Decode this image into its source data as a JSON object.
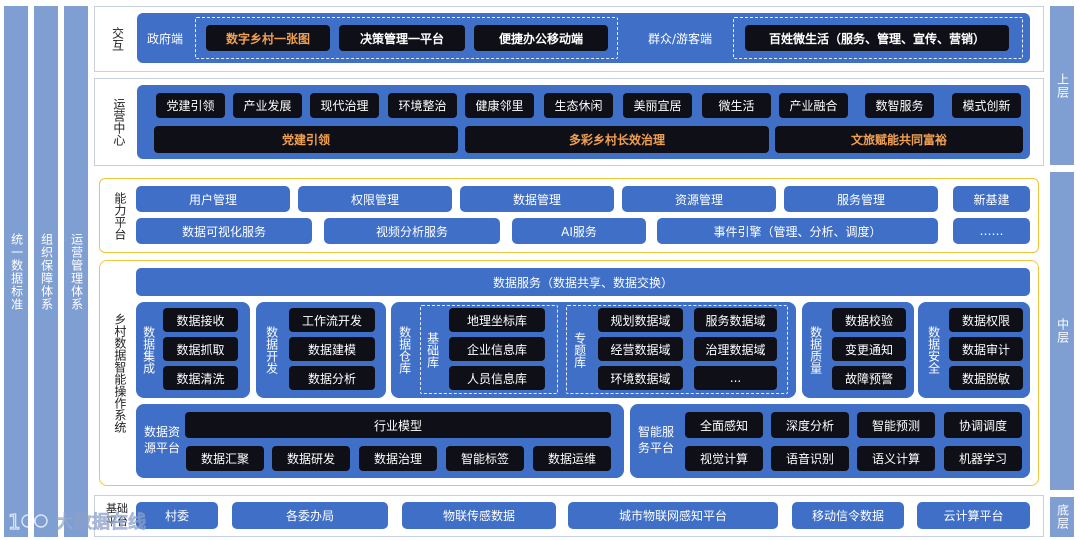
{
  "side": {
    "left": [
      "统一数据标准",
      "组织保障体系",
      "运营管理体系"
    ],
    "right": [
      "上层",
      "中层",
      "底层"
    ]
  },
  "interaction": {
    "label": "交互",
    "gov_label": "政府端",
    "gov_items": [
      "数字乡村一张图",
      "决策管理一平台",
      "便捷办公移动端"
    ],
    "public_label": "群众/游客端",
    "public_item": "百姓微生活（服务、管理、宣传、营销）"
  },
  "operations": {
    "label": "运营中心",
    "items": [
      "党建引领",
      "产业发展",
      "现代治理",
      "环境整治",
      "健康邻里",
      "生态休闲",
      "美丽宜居",
      "微生活",
      "产业融合",
      "数智服务",
      "模式创新"
    ],
    "pillars": [
      "党建引领",
      "多彩乡村长效治理",
      "文旅赋能共同富裕"
    ]
  },
  "capability": {
    "label": "能力平台",
    "row1": [
      "用户管理",
      "权限管理",
      "数据管理",
      "资源管理",
      "服务管理",
      "新基建"
    ],
    "row2": [
      "数据可视化服务",
      "视频分析服务",
      "AI服务",
      "事件引擎（管理、分析、调度）",
      "……"
    ]
  },
  "os": {
    "label": "乡村数据智能操作系统",
    "data_service": "数据服务（数据共享、数据交换）",
    "integration": {
      "label": "数据集成",
      "items": [
        "数据接收",
        "数据抓取",
        "数据清洗"
      ]
    },
    "development": {
      "label": "数据开发",
      "items": [
        "工作流开发",
        "数据建模",
        "数据分析"
      ]
    },
    "warehouse": {
      "label": "数据仓库",
      "base_label": "基础库",
      "base_items": [
        "地理坐标库",
        "企业信息库",
        "人员信息库"
      ],
      "topic_label": "专题库",
      "topic_items": [
        "规划数据域",
        "服务数据域",
        "经营数据域",
        "治理数据域",
        "环境数据域",
        "..."
      ]
    },
    "quality": {
      "label": "数据质量",
      "items": [
        "数据校验",
        "变更通知",
        "故障预警"
      ]
    },
    "security": {
      "label": "数据安全",
      "items": [
        "数据权限",
        "数据审计",
        "数据脱敏"
      ]
    },
    "resource": {
      "label": "数据资源平台",
      "industry_model": "行业模型",
      "items": [
        "数据汇聚",
        "数据研发",
        "数据治理",
        "智能标签",
        "数据运维"
      ]
    },
    "smart": {
      "label": "智能服务平台",
      "items": [
        "全面感知",
        "深度分析",
        "智能预测",
        "协调调度",
        "视觉计算",
        "语音识别",
        "语义计算",
        "机器学习"
      ]
    }
  },
  "base": {
    "label": "基础平台",
    "items": [
      "村委",
      "各委办局",
      "物联传感数据",
      "城市物联网感知平台",
      "移动信令数据",
      "云计算平台"
    ]
  },
  "watermark": "大数据在线",
  "colors": {
    "band": "#3f6fc7",
    "side": "#7f9fd3",
    "dark": "#0f0f18",
    "accent": "#f0a050",
    "gold": "#f2c53b"
  }
}
